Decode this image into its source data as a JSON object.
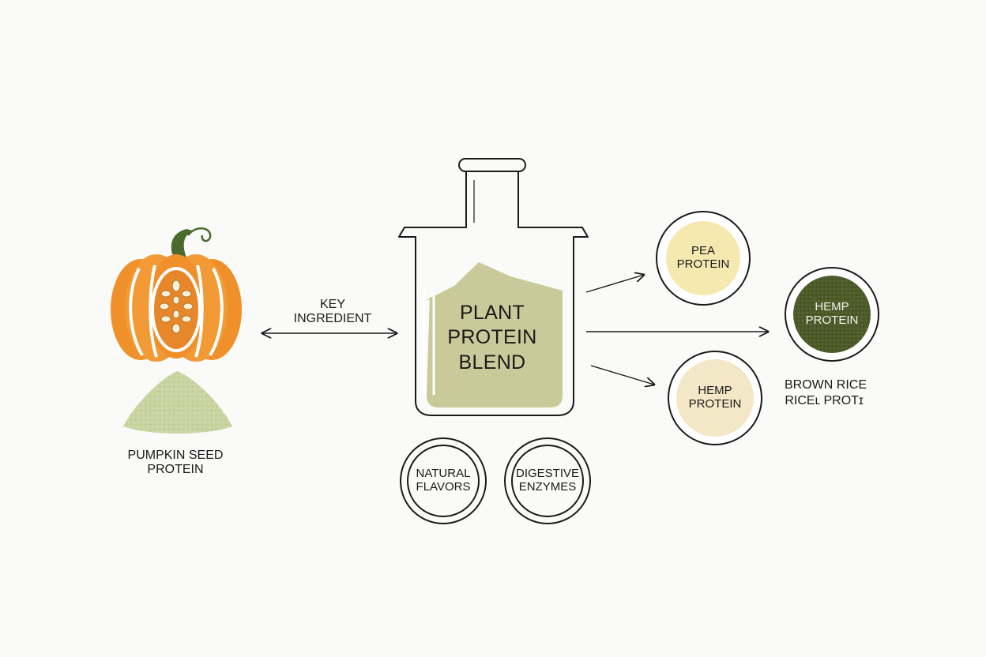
{
  "colors": {
    "background": "#fafaf8",
    "outline": "#1a1a1a",
    "pumpkin": "#f0902a",
    "pumpkin_inner": "#e8862a",
    "stem": "#4a6a2e",
    "powder_green": "#c8d3a0",
    "blend_fill": "#c9c99a",
    "pea_fill": "#f5e9b0",
    "hemp_dark_fill": "#4d5a2a",
    "hemp_light_fill": "#f3e7c6"
  },
  "icons": [
    "pumpkin-icon",
    "seed-powder-pile-icon",
    "beaker-icon"
  ],
  "source": {
    "label": "PUMPKIN SEED\nPROTEIN"
  },
  "connector": {
    "label": "KEY\nINGREDIENT"
  },
  "blend": {
    "label": "PLANT\nPROTEIN\nBLEND"
  },
  "additives": [
    {
      "label": "NATURAL\nFLAVORS"
    },
    {
      "label": "DIGESTIVE\nENZYMES"
    }
  ],
  "outputs": [
    {
      "label": "PEA\nPROTEIN"
    },
    {
      "label": "HEMP\nPROTEIN"
    },
    {
      "label": "HEMP\nPROTEIN"
    }
  ],
  "side_label": {
    "line1": "BROWN RICE",
    "line2": "RICEʟ PROTɪ"
  }
}
